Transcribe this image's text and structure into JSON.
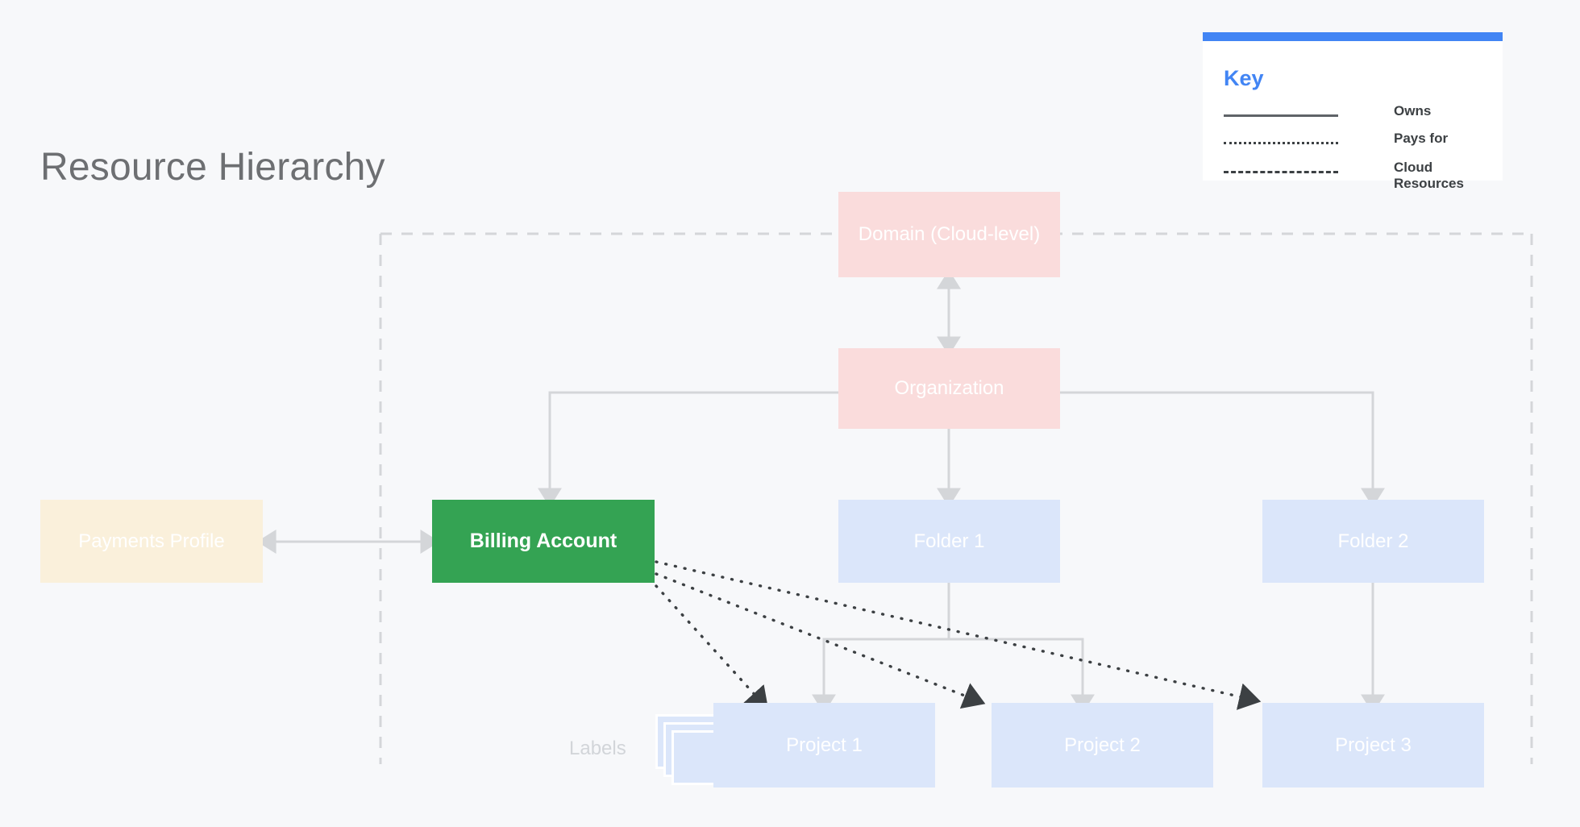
{
  "title": "Resource Hierarchy",
  "colors": {
    "background": "#f7f8fa",
    "pink": "#fadcdc",
    "blue": "#dbe6fa",
    "green": "#34a353",
    "cream": "#faf0db",
    "accent": "#4285f4",
    "connector": "#d4d6d9",
    "dotted_arrow": "#3c4043",
    "title_text": "#6d6f72"
  },
  "key": {
    "title": "Key",
    "rows": [
      {
        "style": "solid",
        "label": "Owns"
      },
      {
        "style": "dotted",
        "label": "Pays for"
      },
      {
        "style": "dashed",
        "label": "Cloud Resources"
      }
    ]
  },
  "nodes": {
    "domain": {
      "label": "Domain (Cloud-level)",
      "type": "pink"
    },
    "organization": {
      "label": "Organization",
      "type": "pink"
    },
    "payments_profile": {
      "label": "Payments Profile",
      "type": "cream"
    },
    "billing_account": {
      "label": "Billing Account",
      "type": "green"
    },
    "folder1": {
      "label": "Folder 1",
      "type": "blue"
    },
    "folder2": {
      "label": "Folder 2",
      "type": "blue"
    },
    "project1": {
      "label": "Project 1",
      "type": "blue"
    },
    "project2": {
      "label": "Project 2",
      "type": "blue"
    },
    "project3": {
      "label": "Project 3",
      "type": "blue"
    },
    "labels": {
      "label": "Labels",
      "icon": "stacked-cards-icon"
    }
  },
  "relationships": [
    {
      "from": "domain",
      "to": "organization",
      "style": "owns",
      "bidirectional": true
    },
    {
      "from": "organization",
      "to": "billing_account",
      "style": "owns"
    },
    {
      "from": "organization",
      "to": "folder1",
      "style": "owns"
    },
    {
      "from": "organization",
      "to": "folder2",
      "style": "owns"
    },
    {
      "from": "folder1",
      "to": "project1",
      "style": "owns"
    },
    {
      "from": "folder1",
      "to": "project2",
      "style": "owns"
    },
    {
      "from": "folder2",
      "to": "project3",
      "style": "owns"
    },
    {
      "from": "payments_profile",
      "to": "billing_account",
      "style": "owns",
      "bidirectional": true
    },
    {
      "from": "billing_account",
      "to": "project1",
      "style": "pays-for"
    },
    {
      "from": "billing_account",
      "to": "project2",
      "style": "pays-for"
    },
    {
      "from": "billing_account",
      "to": "project3",
      "style": "pays-for"
    }
  ],
  "cloud_boundary": {
    "label": "Cloud Resources",
    "style": "dashed"
  }
}
